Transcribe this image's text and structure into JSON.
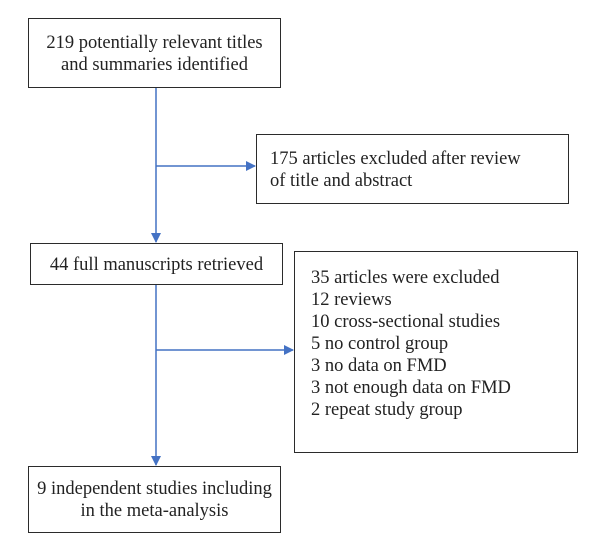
{
  "flowchart": {
    "identified": {
      "lines": [
        "219 potentially relevant titles",
        "and summaries identified"
      ]
    },
    "excluded_title_abstract": {
      "lines": [
        "175 articles excluded after review",
        "of title and abstract"
      ]
    },
    "retrieved": {
      "lines": [
        "44 full manuscripts retrieved"
      ]
    },
    "excluded_full": {
      "lines": [
        "35 articles were excluded",
        "12 reviews",
        "10 cross-sectional studies",
        "5 no control group",
        "3 no data on FMD",
        "3 not enough data on FMD",
        "2 repeat study group"
      ]
    },
    "included": {
      "lines": [
        "9 independent studies including",
        "in the meta-analysis"
      ]
    }
  },
  "colors": {
    "arrow": "#4472c4",
    "box_border": "#2b2b2b",
    "text": "#222222"
  }
}
